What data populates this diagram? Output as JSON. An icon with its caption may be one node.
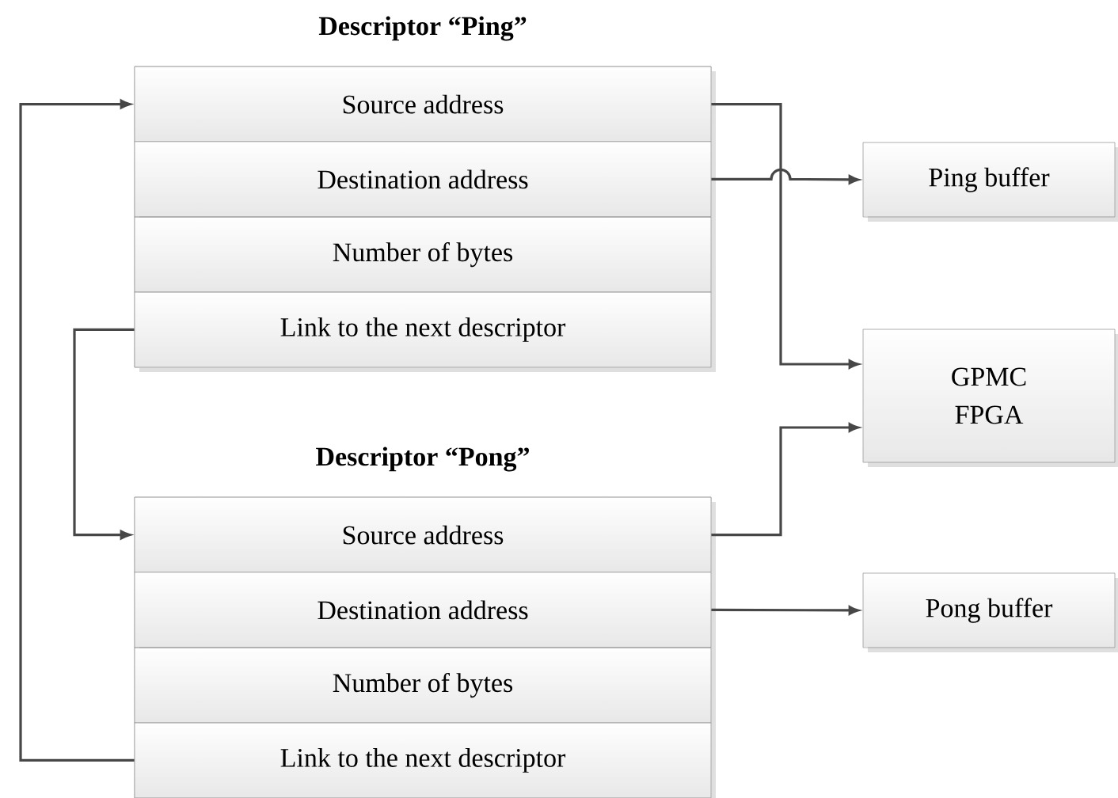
{
  "diagram": {
    "nodes": [
      {
        "text": [
          "Descriptor “Ping”"
        ]
      },
      {
        "text": [
          "Source address"
        ],
        "in": 0
      },
      {
        "text": [
          "Destination address"
        ],
        "in": 0
      },
      {
        "text": [
          "Number of bytes"
        ],
        "in": 0
      },
      {
        "text": [
          "Link to the next descriptor"
        ],
        "in": 0
      },
      {
        "text": [
          "Ping buffer"
        ]
      },
      {
        "text": [
          "GPMC FPGA"
        ]
      },
      {
        "text": [
          "Descriptor “Pong”"
        ]
      },
      {
        "text": [
          "Source address"
        ],
        "in": 7
      },
      {
        "text": [
          "Destination address"
        ],
        "in": 7
      },
      {
        "text": [
          "Number of bytes"
        ],
        "in": 7
      },
      {
        "text": [
          "Link to the next descriptor"
        ],
        "in": 7
      },
      {
        "text": [
          "Pong buffer"
        ]
      }
    ],
    "edges": [
      {
        "from": 1,
        "to": 6,
        "arrow": "to"
      },
      {
        "from": 2,
        "to": 5,
        "arrow": "to"
      },
      {
        "from": 4,
        "to": 8,
        "arrow": "to"
      },
      {
        "from": 8,
        "to": 6,
        "arrow": "to"
      },
      {
        "from": 9,
        "to": 12,
        "arrow": "to"
      },
      {
        "from": 11,
        "to": 1,
        "arrow": "to"
      }
    ]
  }
}
